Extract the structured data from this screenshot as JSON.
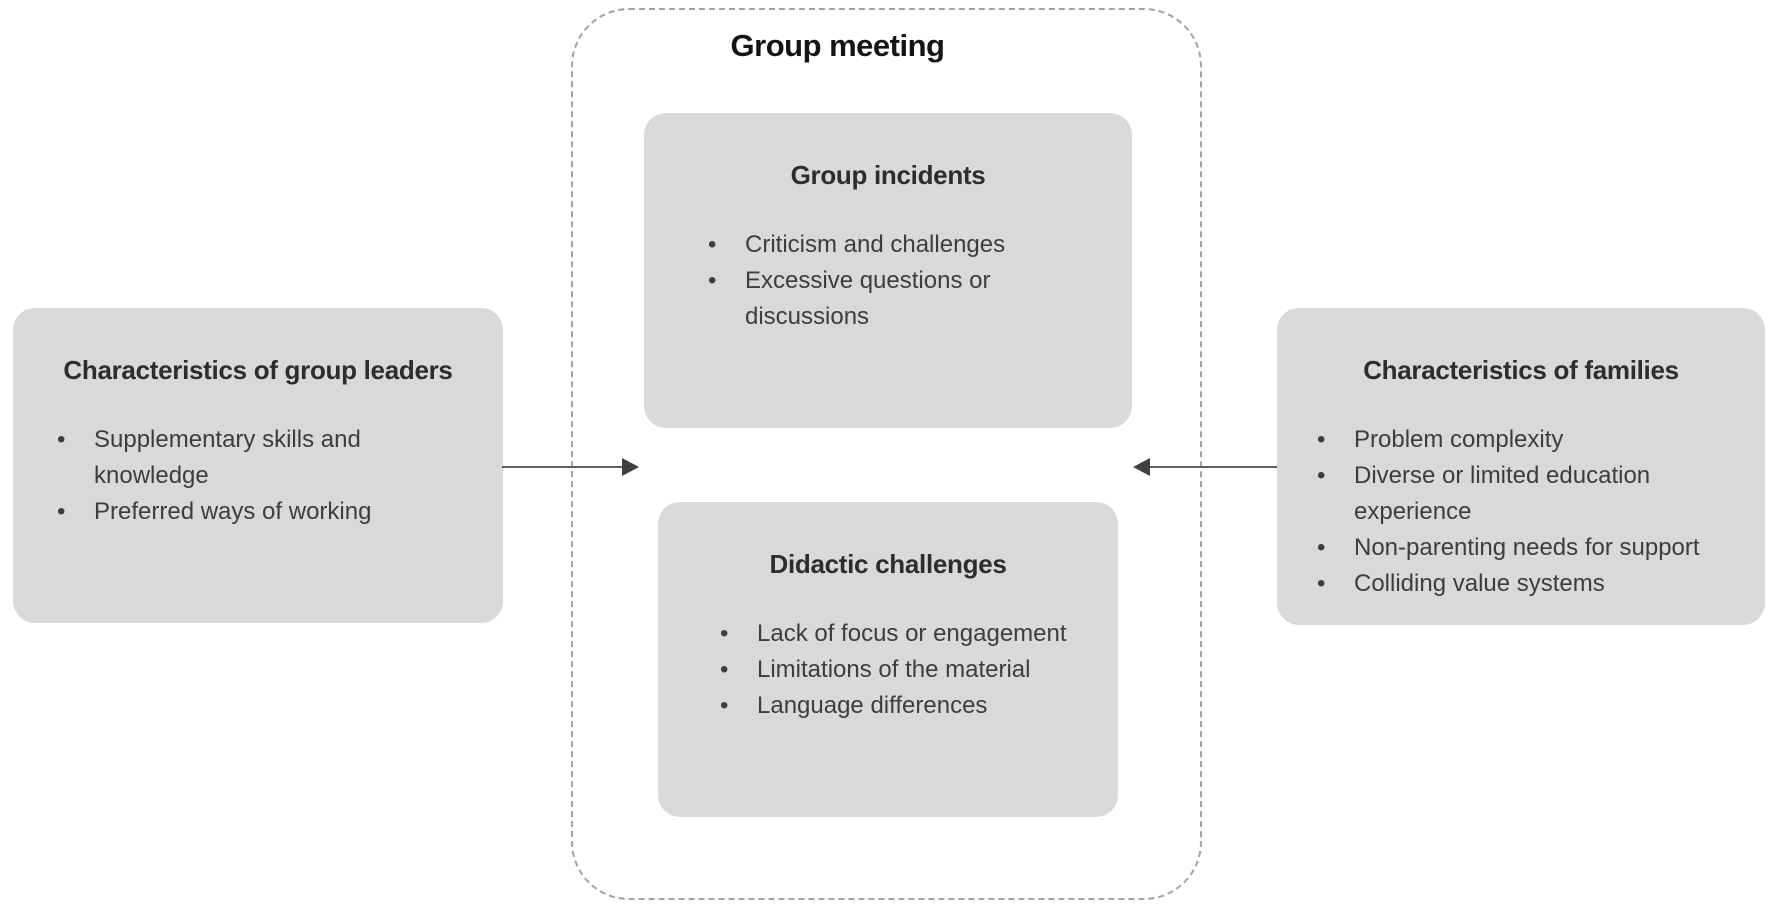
{
  "diagram": {
    "title": "Group meeting"
  },
  "glyphs": {
    "bullet": "•"
  },
  "icons": {
    "arrow_right": "right-arrow-icon",
    "arrow_left": "left-arrow-icon"
  },
  "colors": {
    "box_fill": "#d9d9d9",
    "body_text": "#3d3d3d",
    "title_text": "#141414",
    "dashed_border": "#a3a3a3",
    "arrow": "#5f5f5f"
  },
  "boxes": {
    "leaders": {
      "title": "Characteristics of group leaders",
      "items": [
        "Supplementary skills and knowledge",
        "Preferred ways of working"
      ]
    },
    "incidents": {
      "title": "Group incidents",
      "items": [
        "Criticism and challenges",
        "Excessive questions or discussions"
      ]
    },
    "didactic": {
      "title": "Didactic challenges",
      "items": [
        "Lack of focus or engagement",
        "Limitations of the material",
        "Language differences"
      ]
    },
    "families": {
      "title": "Characteristics of families",
      "items": [
        "Problem complexity",
        "Diverse or limited education experience",
        "Non-parenting needs for support",
        "Colliding value systems"
      ]
    }
  }
}
